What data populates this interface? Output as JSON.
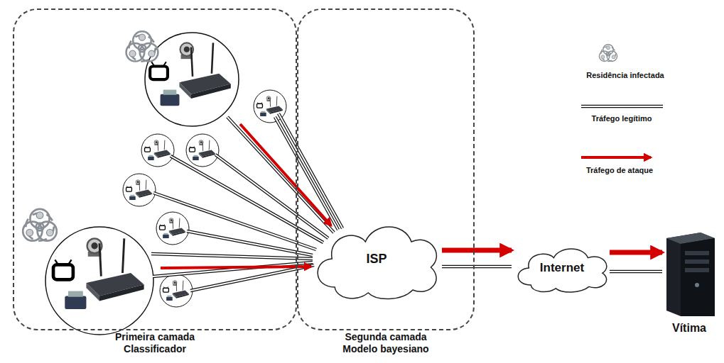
{
  "diagram": {
    "nodes": [
      {
        "text": [
          "Primeira camada Classificador"
        ]
      },
      {
        "text": [
          "Segunda camada Modelo bayesiano"
        ]
      },
      {
        "text": [
          "ISP"
        ],
        "in": 1
      },
      {
        "text": [
          "Internet"
        ]
      },
      {
        "text": [
          "Vítima"
        ]
      }
    ],
    "edges": [
      {
        "from": 2,
        "to": 3,
        "arrow": "none"
      },
      {
        "from": 2,
        "to": 3,
        "arrow": "to"
      },
      {
        "from": 3,
        "to": 4,
        "arrow": "none"
      },
      {
        "from": 3,
        "to": 4,
        "arrow": "to"
      }
    ],
    "legend": [
      {
        "text": "Residência infectada"
      },
      {
        "text": "Tráfego legítimo"
      },
      {
        "text": "Tráfego de ataque"
      }
    ]
  }
}
